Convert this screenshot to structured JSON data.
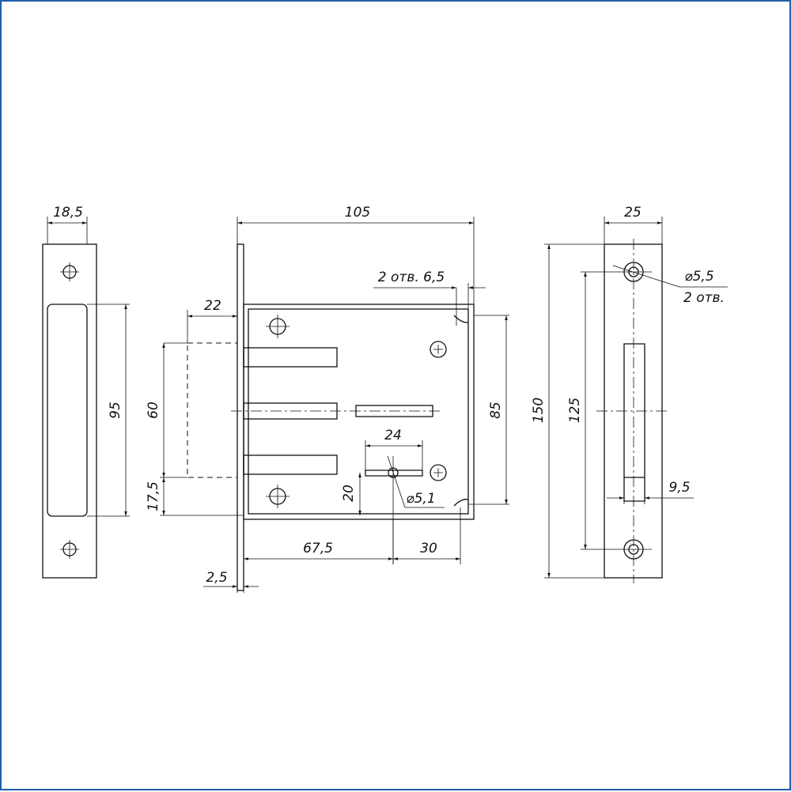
{
  "title": "Mortise lock dimensional drawing",
  "left_view": {
    "width": "18,5",
    "height": "95"
  },
  "main_view": {
    "overall_width": "105",
    "bolt_throw": "22",
    "bolt_span": "60",
    "bolt_offset": "17,5",
    "body_height": "85",
    "holes_note": "2 отв. 6,5",
    "keyhole_width": "24",
    "keyhole_height": "20",
    "keyhole_diameter": "⌀5,1",
    "backset": "67,5",
    "keyhole_to_edge": "30",
    "faceplate_thickness": "2,5"
  },
  "right_view": {
    "width": "25",
    "height": "150",
    "hole_spacing": "125",
    "slot_width": "9,5",
    "hole_diameter": "⌀5,5",
    "hole_count": "2 отв."
  }
}
